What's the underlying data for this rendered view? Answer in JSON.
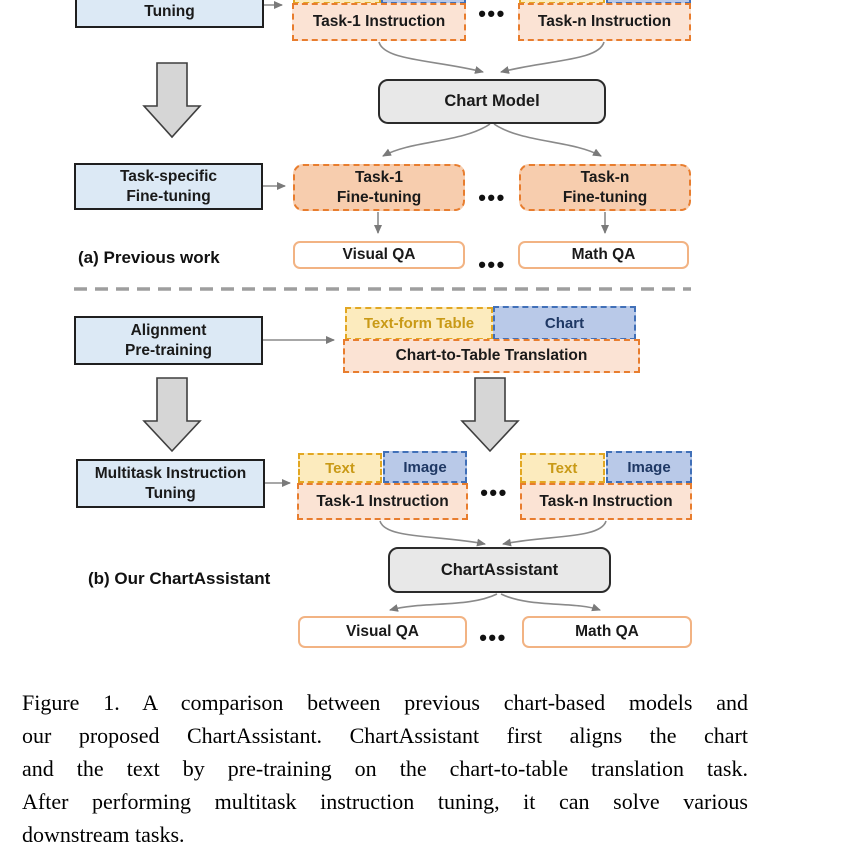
{
  "dots": "•••",
  "section_a": {
    "label": "(a) Previous work",
    "tuning_box_visible_line": "Tuning",
    "task1_instruction": "Task-1 Instruction",
    "taskn_instruction": "Task-n Instruction",
    "chart_model": "Chart Model",
    "task_specific_line1": "Task-specific",
    "task_specific_line2": "Fine-tuning",
    "task1_ft_line1": "Task-1",
    "task1_ft_line2": "Fine-tuning",
    "taskn_ft_line1": "Task-n",
    "taskn_ft_line2": "Fine-tuning",
    "visual_qa": "Visual QA",
    "math_qa": "Math QA"
  },
  "section_b": {
    "label": "(b) Our ChartAssistant",
    "alignment_line1": "Alignment",
    "alignment_line2": "Pre-training",
    "text_form_table": "Text-form Table",
    "chart": "Chart",
    "chart_to_table": "Chart-to-Table Translation",
    "multitask_line1": "Multitask Instruction",
    "multitask_line2": "Tuning",
    "text_strip": "Text",
    "image_strip": "Image",
    "task1_instruction": "Task-1 Instruction",
    "taskn_instruction": "Task-n Instruction",
    "chart_assistant": "ChartAssistant",
    "visual_qa": "Visual QA",
    "math_qa": "Math QA"
  },
  "caption": {
    "lines": [
      "Figure 1. A comparison between previous chart-based models and",
      "our proposed ChartAssistant.  ChartAssistant first aligns the chart",
      "and the text by pre-training on the chart-to-table translation task.",
      "After performing multitask instruction tuning, it can solve various",
      "downstream tasks."
    ]
  },
  "colors": {
    "blue_box_fill": "#DCE9F5",
    "model_box_fill": "#E8E8E8",
    "instruction_fill": "#FBE3D4",
    "fine_tuning_fill": "#F7CDAE",
    "orange_border": "#E87D2E",
    "yellow_strip_fill": "#FCEBBE",
    "yellow_strip_border": "#E2A722",
    "yellow_text": "#C99A17",
    "blue_strip_fill": "#B9C9E8",
    "blue_strip_border": "#4170B8",
    "blue_text": "#1F3864",
    "qa_border": "#F2B383",
    "connector_gray": "#7a7a7a",
    "big_arrow_fill": "#D6D6D6"
  }
}
